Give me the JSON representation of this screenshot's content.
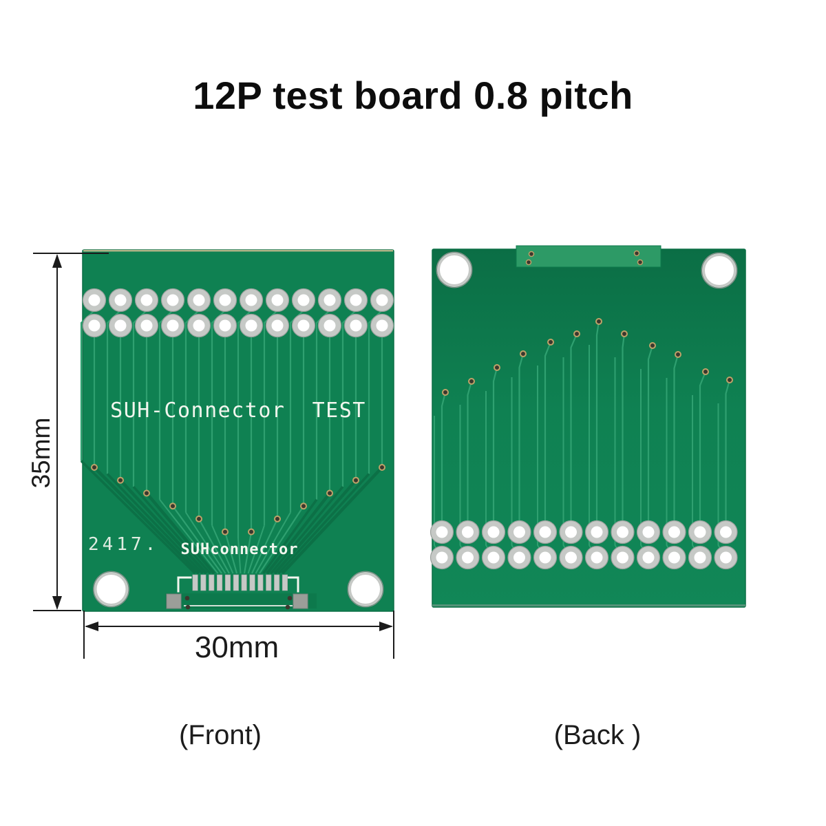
{
  "page": {
    "title": "12P test board 0.8 pitch",
    "background": "#ffffff"
  },
  "boards": {
    "front": {
      "caption": "(Front)",
      "pin_count": 12,
      "silkscreen_title": "SUH-Connector  TEST",
      "silkscreen_brand": "SUHconnector",
      "date_code": "2417."
    },
    "back": {
      "caption": "(Back )",
      "pin_count": 12
    }
  },
  "dimensions": {
    "height_label": "35mm",
    "width_label": "30mm"
  },
  "colors": {
    "pcb_green": "#0f8152",
    "pcb_green_dark": "#0b6e45",
    "pcb_strip": "#2d9a66",
    "trace_green": "#2fa070",
    "trace_dark": "#0c7046",
    "silkscreen_white": "#f2f6ee",
    "pad_silver": "#c6c9c6",
    "pad_edge": "#9aa09c",
    "hole_white": "#ffffff",
    "via_ring_gold": "#bfa269",
    "via_center": "#3b382e",
    "annotation_black": "#1b1b1b",
    "board_edge_tan": "#cdbd92",
    "anchor_silver": "#9b9e99"
  }
}
